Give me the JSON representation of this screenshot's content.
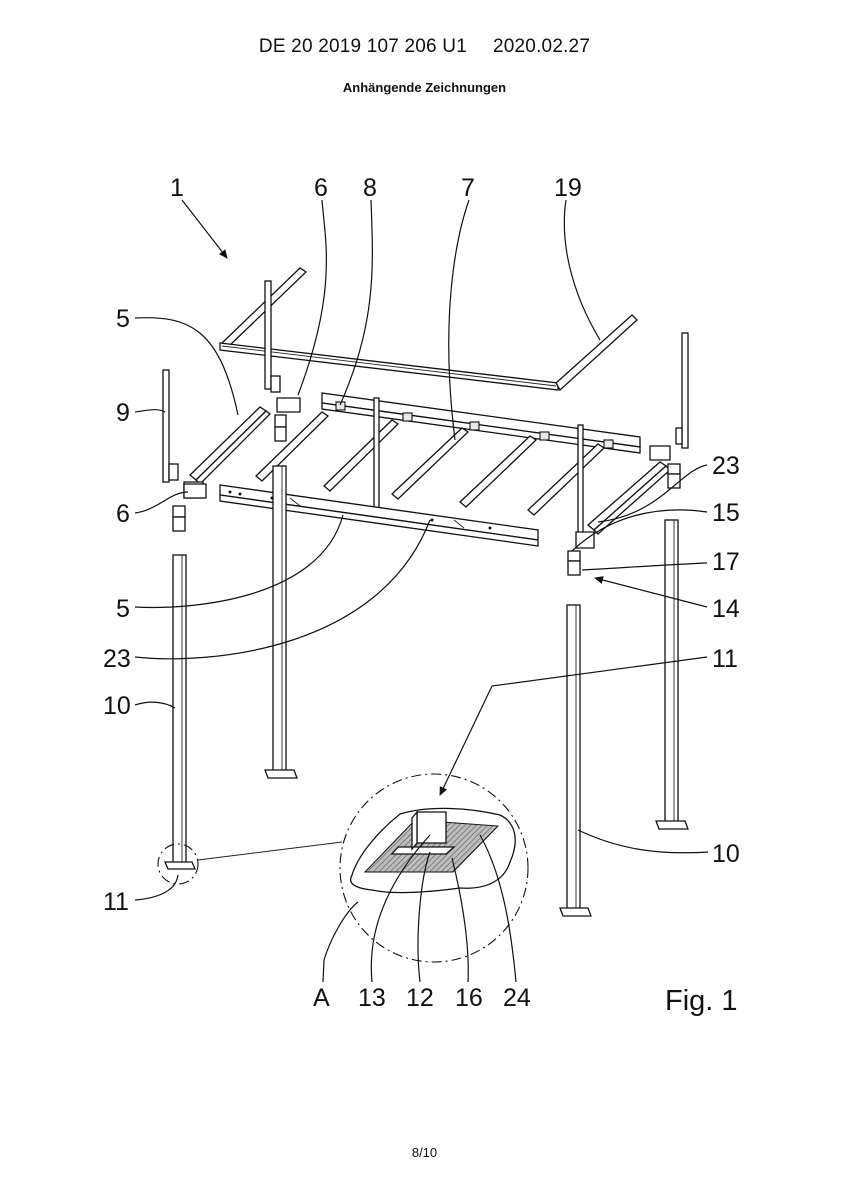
{
  "header": {
    "publication_number": "DE 20 2019 107 206 U1",
    "date": "2020.02.27",
    "subtitle": "Anhängende Zeichnungen"
  },
  "figure": {
    "label": "Fig. 1",
    "reference_numerals": {
      "r1": "1",
      "r6a": "6",
      "r8": "8",
      "r7": "7",
      "r19": "19",
      "r5a": "5",
      "r9": "9",
      "r6b": "6",
      "r23a": "23",
      "r15": "15",
      "r17": "17",
      "r14": "14",
      "r5b": "5",
      "r23b": "23",
      "r11a": "11",
      "r10a": "10",
      "r10b": "10",
      "r11b": "11",
      "rA": "A",
      "r13": "13",
      "r12": "12",
      "r16": "16",
      "r24": "24"
    }
  },
  "footer": {
    "page": "8/10"
  }
}
